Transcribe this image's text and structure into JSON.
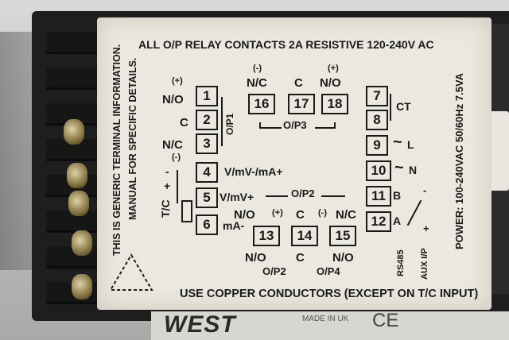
{
  "label": {
    "header": "ALL O/P RELAY CONTACTS  2A  RESISTIVE 120-240V AC",
    "vertical_left_1": "THIS IS GENERIC TERMINAL INFORMATION.",
    "vertical_left_2": "MANUAL FOR SPECIFIC DETAILS.",
    "vertical_right": "POWER: 100-240VAC 50/60Hz 7.5VA",
    "footer": "USE COPPER CONDUCTORS (EXCEPT ON T/C INPUT)",
    "op1": "O/P1",
    "op2_top": "O/P2",
    "op3": "O/P3",
    "op2_bottom": "O/P2",
    "op4": "O/P4",
    "tc": "T/C",
    "ct": "CT",
    "rs485": "RS485",
    "aux": "AUX I/P"
  },
  "terminals": [
    {
      "num": "1",
      "left": "N/O",
      "sign": "(+)"
    },
    {
      "num": "2",
      "left": "C"
    },
    {
      "num": "3",
      "left": "N/C",
      "sign": "(-)"
    },
    {
      "num": "4",
      "right": "V/mV-/mA+"
    },
    {
      "num": "5",
      "right": "V/mV+"
    },
    {
      "num": "6",
      "right": "mA-"
    },
    {
      "num": "7"
    },
    {
      "num": "8"
    },
    {
      "num": "9",
      "right": "L"
    },
    {
      "num": "10",
      "right": "N"
    },
    {
      "num": "11",
      "right": "B"
    },
    {
      "num": "12",
      "right": "A"
    },
    {
      "num": "13",
      "top": "N/O",
      "sign": "(+)",
      "bottom": "N/O"
    },
    {
      "num": "14",
      "top": "C",
      "bottom": "C"
    },
    {
      "num": "15",
      "top": "N/C",
      "sign": "(-)",
      "bottom": "N/O"
    },
    {
      "num": "16",
      "top": "N/C",
      "sign": "(-)"
    },
    {
      "num": "17",
      "top": "C"
    },
    {
      "num": "18",
      "top": "N/O",
      "sign": "(+)"
    }
  ],
  "symbols": {
    "tilde": "~",
    "plus": "+",
    "minus": "-",
    "tc_plus": "+",
    "tc_minus": "-"
  },
  "brand": "WEST",
  "made_in": "MADE IN UK",
  "ce_mark": "CE"
}
